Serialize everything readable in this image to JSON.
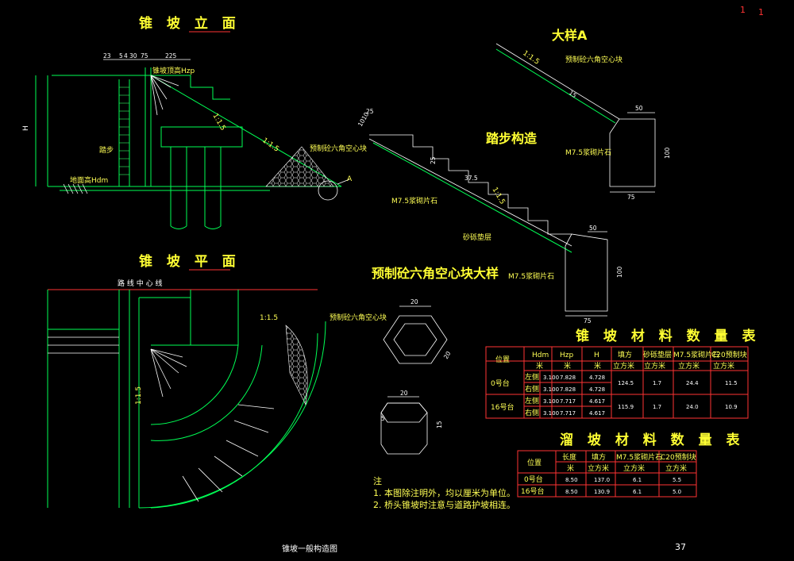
{
  "titles": {
    "elevation": "锥 坡 立 面",
    "plan": "锥 坡 平 面",
    "detail_a": "大样A",
    "step": "踏步构造",
    "hex_block": "预制砼六角空心块大样",
    "cone_table": "锥 坡 材 料 数 量 表",
    "slide_table": "溜 坡 材 料 数 量 表",
    "drawing": "锥坡一般构造图"
  },
  "page_number": "37",
  "corner_marks": [
    "1",
    "1"
  ],
  "labels": {
    "slope_top": "锥坡顶高Hzp",
    "step": "踏步",
    "ground": "地面高Hdm",
    "H": "H",
    "ratio_15a": "1:1.5",
    "ratio_15b": "1:1.5",
    "ratio_15c": "1:1.5",
    "ratio_15d": "1:1.5",
    "ratio_15e": "1:1.5",
    "ratio_15f": "1:1.5",
    "hex_block": "预制砼六角空心块",
    "hex_block2": "预制砼六角空心块",
    "hex_block3": "预制砼六角空心块",
    "mark_A": "A",
    "m75_1": "M7.5浆砌片石",
    "m75_2": "M7.5浆砌片石",
    "m75_3": "M7.5浆砌片石",
    "gravel": "砂砾垫层",
    "center_line": "路 线 中 心 线"
  },
  "dims": {
    "top": [
      "23",
      "5",
      "4",
      "30",
      "75",
      "225"
    ],
    "step_1010": "1010",
    "step_25a": "25",
    "step_25b": "25",
    "step_375": "37.5",
    "detA_15": "15",
    "detA_50": "50",
    "detA_100": "100",
    "detA_75": "75",
    "det2_50": "50",
    "det2_100": "100",
    "det2_75": "75",
    "hex_20a": "20",
    "hex_20b": "20",
    "hex_20c": "20",
    "hex_5": "5",
    "hex_15": "15"
  },
  "cone_table": {
    "headers": [
      "位置",
      "Hdm",
      "Hzp",
      "H",
      "填方",
      "砂砾垫层",
      "M7.5浆砌片石",
      "C20预制块"
    ],
    "units": [
      "",
      "米",
      "米",
      "米",
      "立方米",
      "立方米",
      "立方米",
      "立方米"
    ],
    "rows": [
      {
        "pos": "0号台",
        "side": "左侧",
        "hdm": "3.100",
        "hzp": "7.828",
        "h": "4.728"
      },
      {
        "pos": "",
        "side": "右侧",
        "hdm": "3.100",
        "hzp": "7.828",
        "h": "4.728"
      },
      {
        "pos": "16号台",
        "side": "左侧",
        "hdm": "3.100",
        "hzp": "7.717",
        "h": "4.617"
      },
      {
        "pos": "",
        "side": "右侧",
        "hdm": "3.100",
        "hzp": "7.717",
        "h": "4.617"
      }
    ],
    "merged": [
      {
        "fill": "124.5",
        "gravel": "1.7",
        "stone": "24.4",
        "block": "11.5"
      },
      {
        "fill": "115.9",
        "gravel": "1.7",
        "stone": "24.0",
        "block": "10.9"
      }
    ]
  },
  "slide_table": {
    "headers": [
      "位置",
      "长度",
      "填方",
      "M7.5浆砌片石",
      "C20预制块"
    ],
    "units": [
      "",
      "米",
      "立方米",
      "立方米",
      "立方米"
    ],
    "rows": [
      {
        "pos": "0号台",
        "len": "8.50",
        "fill": "137.0",
        "stone": "6.1",
        "block": "5.5"
      },
      {
        "pos": "16号台",
        "len": "8.50",
        "fill": "130.9",
        "stone": "6.1",
        "block": "5.0"
      }
    ]
  },
  "notes": {
    "title": "注",
    "line1": "1. 本图除注明外，均以厘米为单位。",
    "line2": "2. 桥头锥坡时注意与道路护坡相连。"
  }
}
